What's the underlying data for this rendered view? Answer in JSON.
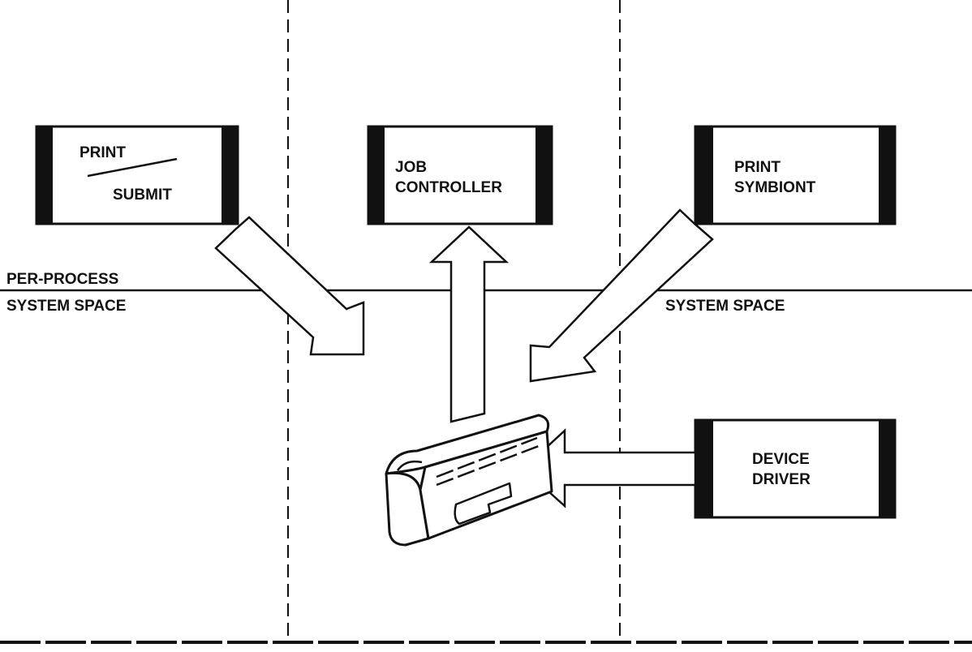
{
  "diagram": {
    "boxes": {
      "print_submit": {
        "line1": "PRINT",
        "line2": "SUBMIT"
      },
      "job_controller": {
        "line1": "JOB",
        "line2": "CONTROLLER"
      },
      "print_symbiont": {
        "line1": "PRINT",
        "line2": "SYMBIONT"
      },
      "device_driver": {
        "line1": "DEVICE",
        "line2": "DRIVER"
      }
    },
    "region_labels": {
      "per_process": "PER-PROCESS",
      "system_space_left": "SYSTEM SPACE",
      "system_space_right": "SYSTEM SPACE"
    },
    "mailbox_icon": "mailbox-icon",
    "colors": {
      "ink": "#111111",
      "paper": "#ffffff"
    }
  }
}
